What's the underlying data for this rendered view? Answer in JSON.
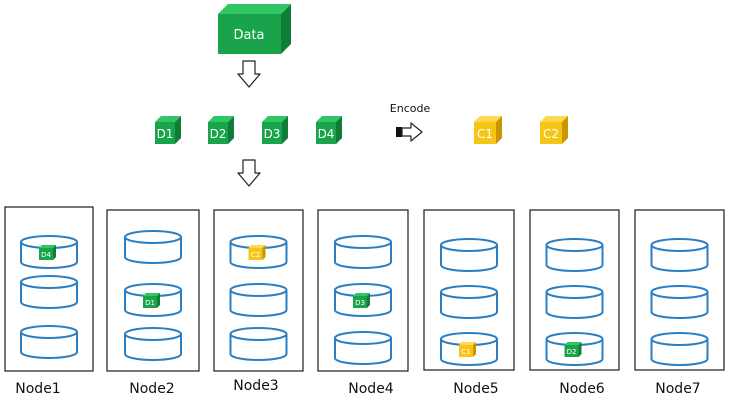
{
  "data_block": {
    "label": "Data"
  },
  "data_chunks": [
    {
      "label": "D1"
    },
    {
      "label": "D2"
    },
    {
      "label": "D3"
    },
    {
      "label": "D4"
    }
  ],
  "encode": {
    "label": "Encode"
  },
  "code_chunks": [
    {
      "label": "C1"
    },
    {
      "label": "C2"
    }
  ],
  "nodes": [
    {
      "label": "Node1",
      "slots": [
        "D4",
        "",
        ""
      ]
    },
    {
      "label": "Node2",
      "slots": [
        "",
        "D1",
        ""
      ]
    },
    {
      "label": "Node3",
      "slots": [
        "C2",
        "",
        ""
      ]
    },
    {
      "label": "Node4",
      "slots": [
        "",
        "D3",
        ""
      ]
    },
    {
      "label": "Node5",
      "slots": [
        "",
        "",
        "C1"
      ]
    },
    {
      "label": "Node6",
      "slots": [
        "",
        "",
        "D2"
      ]
    },
    {
      "label": "Node7",
      "slots": [
        "",
        "",
        ""
      ]
    }
  ],
  "colors": {
    "data_green": "#19a34a",
    "code_yellow": "#f5c518",
    "disk_blue": "#2a7fc4",
    "node_border": "#1a1a1a",
    "text": "#111111"
  }
}
